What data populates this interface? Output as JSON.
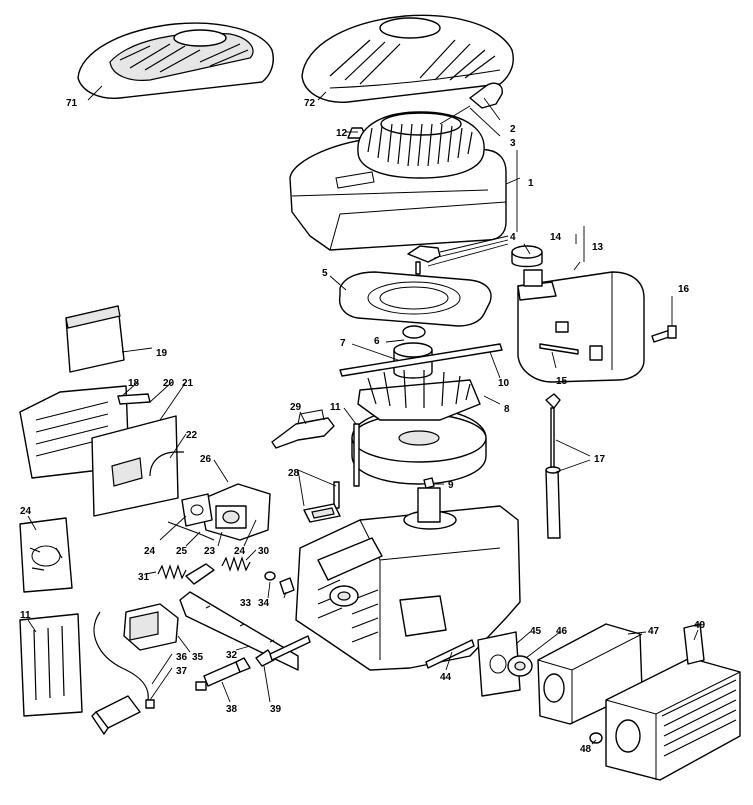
{
  "callouts": [
    {
      "id": "1"
    },
    {
      "id": "2"
    },
    {
      "id": "3"
    },
    {
      "id": "4"
    },
    {
      "id": "5"
    },
    {
      "id": "6"
    },
    {
      "id": "7"
    },
    {
      "id": "8"
    },
    {
      "id": "9"
    },
    {
      "id": "10"
    },
    {
      "id": "11"
    },
    {
      "id": "11b",
      "label": "11"
    },
    {
      "id": "12"
    },
    {
      "id": "13"
    },
    {
      "id": "14"
    },
    {
      "id": "15"
    },
    {
      "id": "16"
    },
    {
      "id": "17"
    },
    {
      "id": "18"
    },
    {
      "id": "19"
    },
    {
      "id": "20"
    },
    {
      "id": "21"
    },
    {
      "id": "22"
    },
    {
      "id": "23"
    },
    {
      "id": "24"
    },
    {
      "id": "24b",
      "label": "24"
    },
    {
      "id": "24c",
      "label": "24"
    },
    {
      "id": "25"
    },
    {
      "id": "26"
    },
    {
      "id": "28"
    },
    {
      "id": "29"
    },
    {
      "id": "30"
    },
    {
      "id": "31"
    },
    {
      "id": "32"
    },
    {
      "id": "33"
    },
    {
      "id": "34"
    },
    {
      "id": "35"
    },
    {
      "id": "36"
    },
    {
      "id": "37"
    },
    {
      "id": "38"
    },
    {
      "id": "39"
    },
    {
      "id": "44"
    },
    {
      "id": "45"
    },
    {
      "id": "46"
    },
    {
      "id": "47"
    },
    {
      "id": "48"
    },
    {
      "id": "49"
    },
    {
      "id": "71"
    },
    {
      "id": "72"
    }
  ]
}
